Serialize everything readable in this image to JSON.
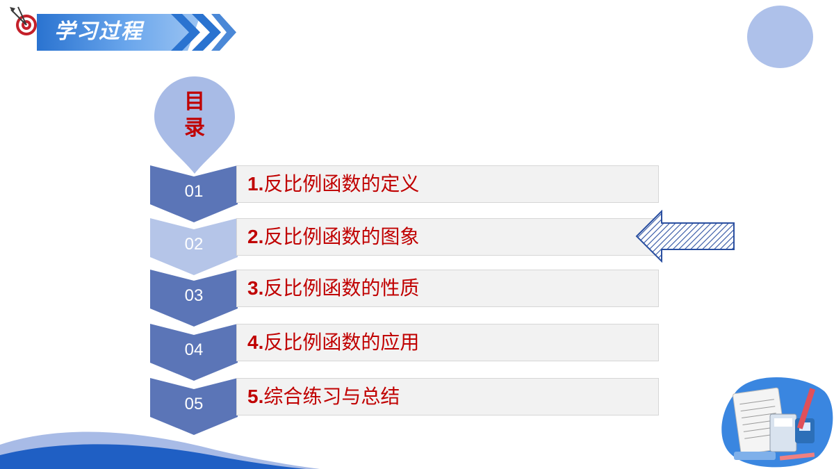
{
  "header": {
    "title": "学习过程",
    "icon": "dart-target-icon",
    "accent": "#2a73d0"
  },
  "toc": {
    "label_line1": "目",
    "label_line2": "录",
    "label_color": "#c00000"
  },
  "items": [
    {
      "num": "01",
      "index": "1.",
      "title": "反比例函数的定义",
      "active": false
    },
    {
      "num": "02",
      "index": "2.",
      "title": "反比例函数的图象",
      "active": true
    },
    {
      "num": "03",
      "index": "3.",
      "title": "反比例函数的性质",
      "active": false
    },
    {
      "num": "04",
      "index": "4.",
      "title": "反比例函数的应用",
      "active": false
    },
    {
      "num": "05",
      "index": "5.",
      "title": "综合练习与总结",
      "active": false
    }
  ],
  "colors": {
    "badge": "#5b75b7",
    "badge_active": "#b5c5e8",
    "text_red": "#c00000",
    "circle": "#aec1ea"
  }
}
